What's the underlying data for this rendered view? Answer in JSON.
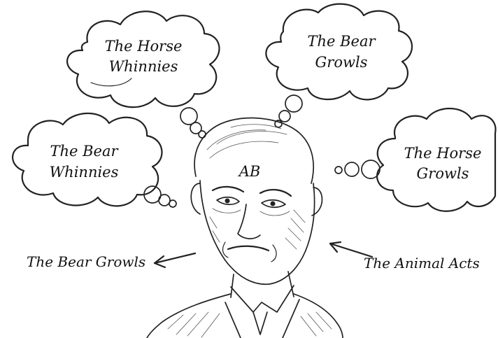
{
  "thoughts": {
    "top_left": {
      "line1": "The Horse",
      "line2": "Whinnies"
    },
    "top_right": {
      "line1": "The Bear",
      "line2": "Growls"
    },
    "mid_left": {
      "line1": "The Bear",
      "line2": "Whinnies"
    },
    "mid_right": {
      "line1": "The Horse",
      "line2": "Growls"
    }
  },
  "head_label": "AB",
  "output_label": "The Bear Growls",
  "input_label": "The Animal Acts",
  "icons": {
    "bubbles": "thought-cloud",
    "person": "sketched-man-portrait",
    "arrows": "arrow"
  },
  "colors": {
    "ink": "#222222",
    "text": "#111111",
    "background": "#ffffff"
  }
}
